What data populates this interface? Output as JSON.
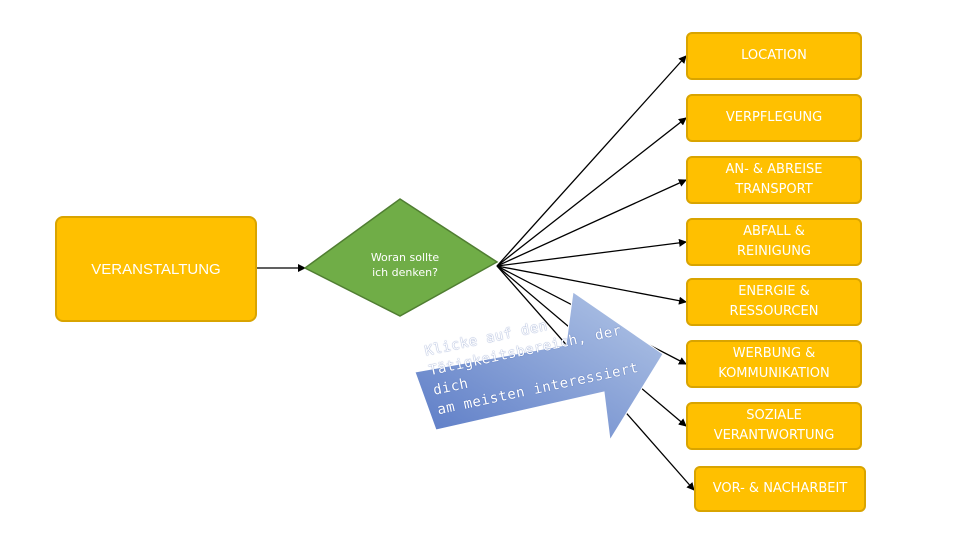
{
  "source": {
    "label": "VERANSTALTUNG"
  },
  "decision": {
    "label": "Woran sollte\nich denken?"
  },
  "hint_arrow": {
    "label": "Klicke auf den\nTätigkeitsbereich, der dich\nam meisten interessiert"
  },
  "targets": [
    {
      "id": "location",
      "label": "LOCATION"
    },
    {
      "id": "verpflegung",
      "label": "VERPFLEGUNG"
    },
    {
      "id": "transport",
      "label": "AN- & ABREISE\nTRANSPORT"
    },
    {
      "id": "abfall",
      "label": "ABFALL &\nREINIGUNG"
    },
    {
      "id": "energie",
      "label": "ENERGIE &\nRESSOURCEN"
    },
    {
      "id": "werbung",
      "label": "WERBUNG &\nKOMMUNIKATION"
    },
    {
      "id": "soziale",
      "label": "SOZIALE\nVERANTWORTUNG"
    },
    {
      "id": "nacharbeit",
      "label": "VOR- & NACHARBEIT"
    }
  ],
  "colors": {
    "box_fill": "#ffc000",
    "diamond_fill": "#70ad47",
    "arrow_fill": "#8faadc",
    "connector": "#000000"
  }
}
